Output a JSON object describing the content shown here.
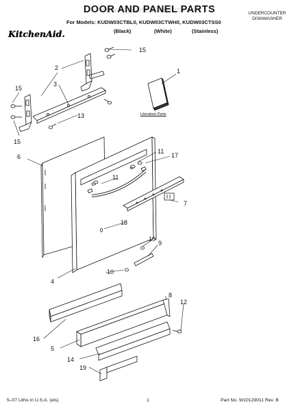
{
  "header": {
    "title": "DOOR AND PANEL PARTS",
    "models_line": "For Models: KUDW03CTBL0, KUDW03CTWH0, KUDW03CTSS0",
    "variants": [
      "(Black)",
      "(White)",
      "(Stainless)"
    ],
    "appliance_type_line1": "UNDERCOUNTER",
    "appliance_type_line2": "DISHWASHER",
    "brand": "KitchenAid."
  },
  "watermark": "www.AppliancePartsPros.com",
  "literature_label": "Literature Parts",
  "callouts": [
    "1",
    "2",
    "3",
    "4",
    "5",
    "6",
    "7",
    "8",
    "9",
    "10",
    "10",
    "11",
    "11",
    "12",
    "13",
    "14",
    "15",
    "15",
    "15",
    "16",
    "17",
    "18",
    "19"
  ],
  "footer": {
    "left": "5–07 Litho in U.S.A. (els)",
    "page": "1",
    "right": "Part No. W10129011 Rev. B"
  }
}
